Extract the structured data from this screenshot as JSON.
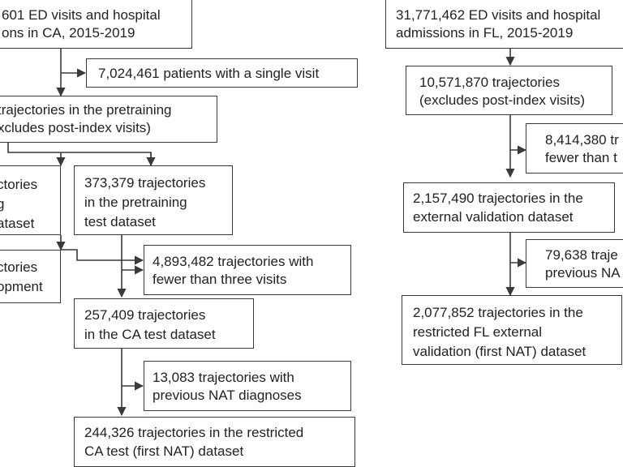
{
  "left": {
    "source": [
      "601 ED visits and hospital",
      "ons in CA, 2015-2019"
    ],
    "single_visit": [
      "7,024,461 patients with a single visit"
    ],
    "pretraining": [
      "trajectories in the pretraining",
      "xcludes post-index visits)"
    ],
    "left_partial_a": [
      "ctories",
      "g",
      "ataset"
    ],
    "pretraining_test": [
      "373,379 trajectories",
      "in the pretraining",
      "test dataset"
    ],
    "left_partial_b": [
      "ctories",
      "opment"
    ],
    "fewer_three": [
      "4,893,482 trajectories with",
      "fewer than three visits"
    ],
    "ca_test": [
      "257,409 trajectories",
      "in the CA test dataset"
    ],
    "prev_nat": [
      "13,083 trajectories with",
      "previous NAT diagnoses"
    ],
    "restricted_ca": [
      "244,326 trajectories in the restricted",
      "CA test (first NAT) dataset"
    ]
  },
  "right": {
    "source": [
      "31,771,462 ED visits and hospital",
      "admissions in FL, 2015-2019"
    ],
    "trajectories": [
      "10,571,870 trajectories",
      "(excludes post-index visits)"
    ],
    "excluded_a": [
      "8,414,380 tr",
      "fewer than t"
    ],
    "external_validation": [
      "2,157,490 trajectories in the",
      "external validation dataset"
    ],
    "excluded_b": [
      "79,638 traje",
      "previous NA"
    ],
    "restricted_fl": [
      "2,077,852 trajectories in the",
      "restricted FL external",
      "validation (first NAT) dataset"
    ]
  }
}
